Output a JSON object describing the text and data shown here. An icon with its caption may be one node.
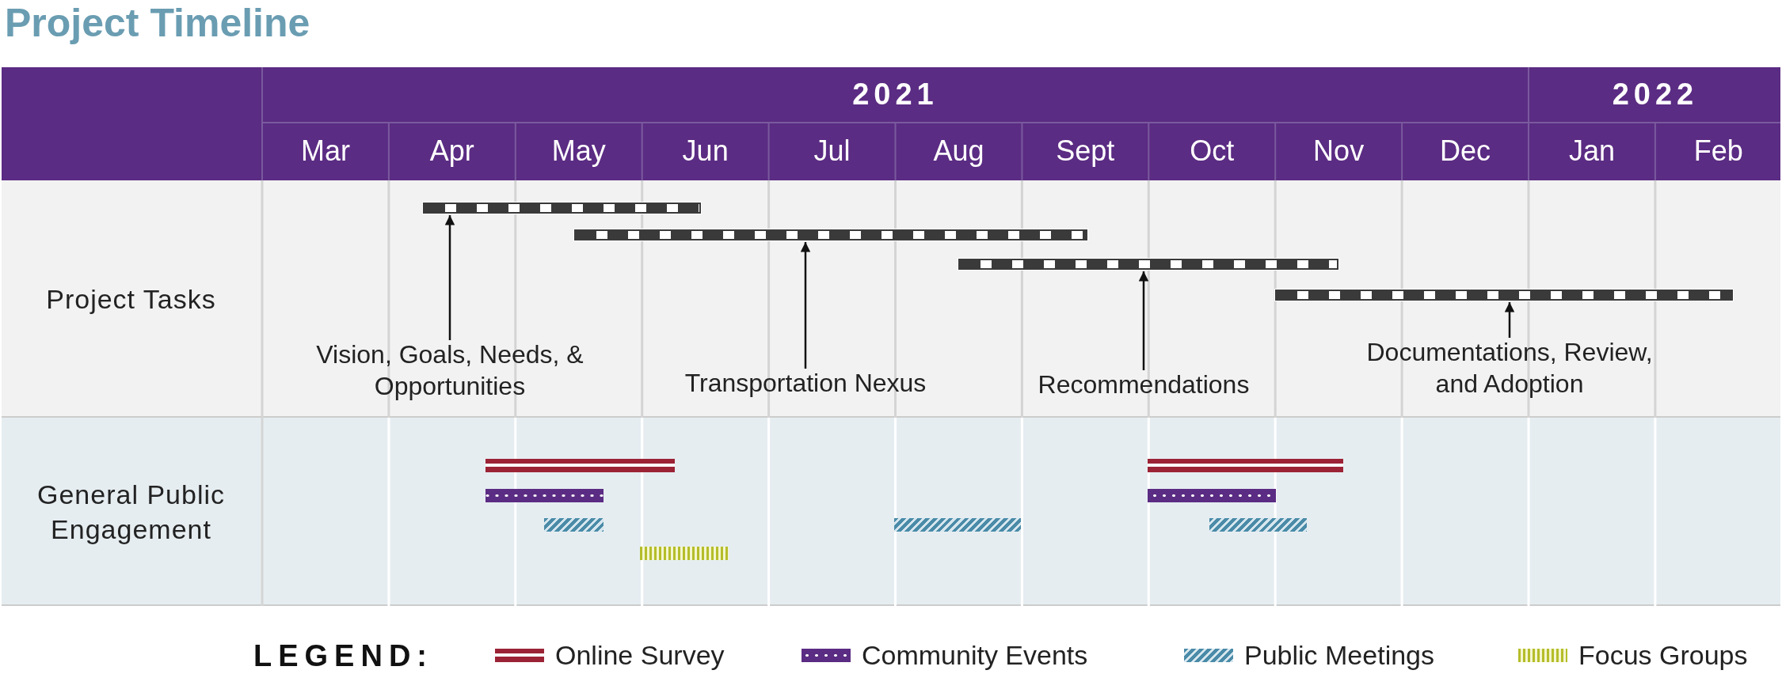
{
  "diagram": {
    "title": "Project Timeline",
    "nodes": [
      {
        "text": [],
        "shape": "bar"
      },
      {
        "text": [],
        "shape": "bar"
      },
      {
        "text": [],
        "shape": "bar"
      },
      {
        "text": [],
        "shape": "bar"
      },
      {
        "text": [
          "Vision, Goals, Needs, & Opportunities"
        ]
      },
      {
        "text": [
          "Transportation Nexus"
        ]
      },
      {
        "text": [
          "Recommendations"
        ]
      },
      {
        "text": [
          "Documentations, Review, and Adoption"
        ]
      },
      {
        "text": [],
        "shape": "bar"
      },
      {
        "text": [],
        "shape": "bar"
      },
      {
        "text": [],
        "shape": "bar"
      },
      {
        "text": [],
        "shape": "bar"
      },
      {
        "text": [],
        "shape": "bar"
      },
      {
        "text": [],
        "shape": "bar"
      },
      {
        "text": [],
        "shape": "bar"
      },
      {
        "text": [],
        "shape": "bar"
      }
    ],
    "edges": [
      {
        "from": 4,
        "to": 0,
        "arrow": "to"
      },
      {
        "from": 5,
        "to": 1,
        "arrow": "to"
      },
      {
        "from": 6,
        "to": 2,
        "arrow": "to"
      },
      {
        "from": 7,
        "to": 3,
        "arrow": "to"
      }
    ],
    "labels": [
      "2021",
      "2022",
      "Mar",
      "Apr",
      "May",
      "Jun",
      "Jul",
      "Aug",
      "Sept",
      "Oct",
      "Nov",
      "Dec",
      "Jan",
      "Feb",
      "Project Tasks",
      "General Public Engagement",
      "LEGEND:"
    ],
    "legend": [
      {
        "text": "Online Survey"
      },
      {
        "text": "Community Events"
      },
      {
        "text": "Public Meetings"
      },
      {
        "text": "Focus Groups"
      }
    ]
  }
}
